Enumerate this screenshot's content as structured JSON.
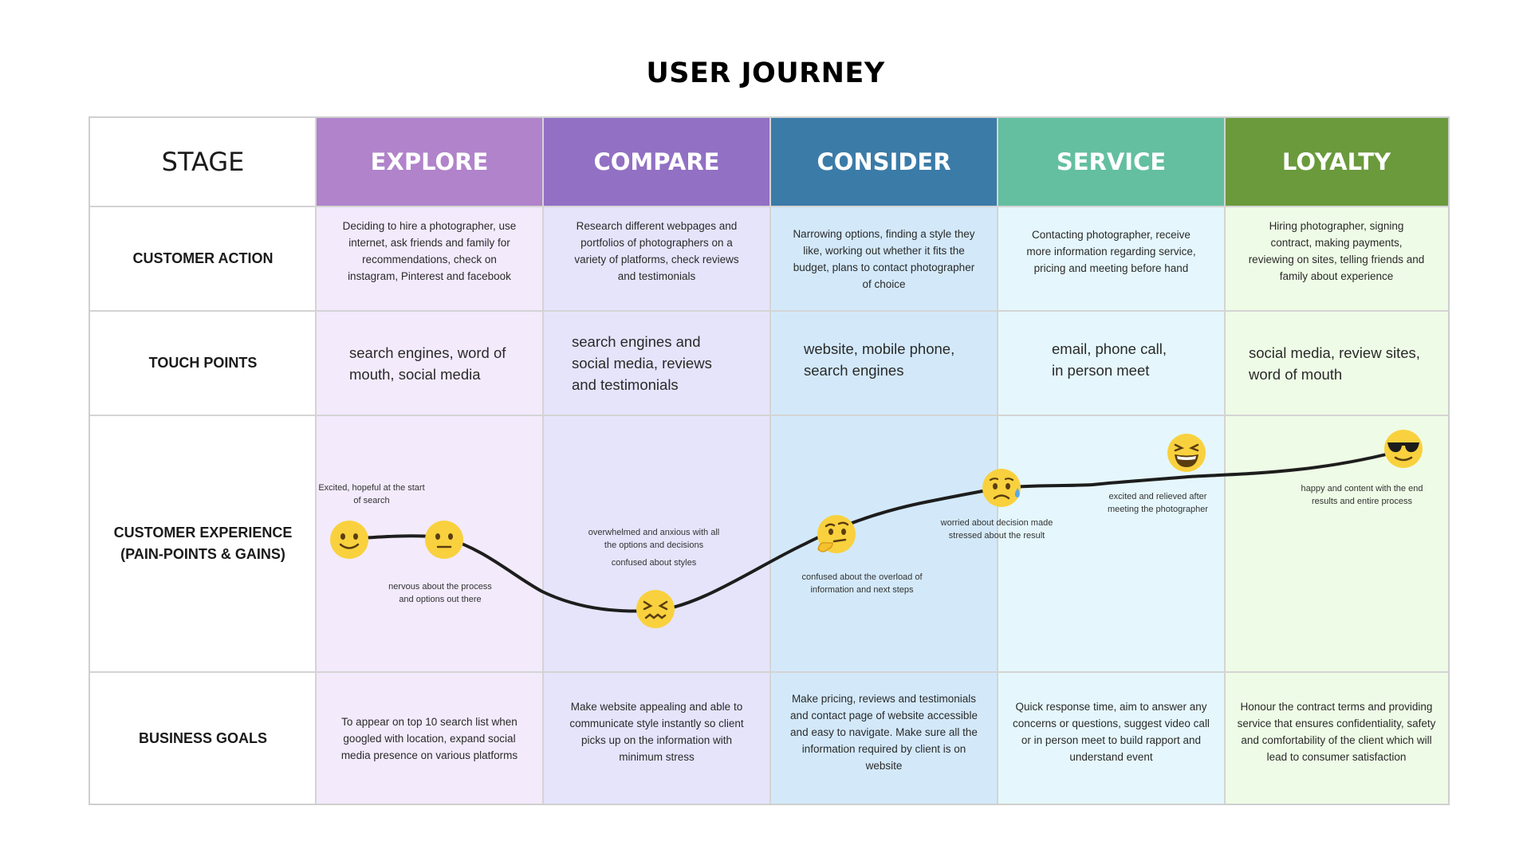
{
  "title": "USER JOURNEY",
  "stage_label": "STAGE",
  "row_labels": {
    "customer_action": "CUSTOMER ACTION",
    "touch_points": "TOUCH POINTS",
    "experience_line1": "CUSTOMER EXPERIENCE",
    "experience_line2": "(PAIN-POINTS & GAINS)",
    "business_goals": "BUSINESS GOALS"
  },
  "stages": [
    {
      "name": "EXPLORE",
      "header_color": "#b083cb",
      "body_color": "#f3eafc",
      "customer_action": "Deciding to hire a photographer, use internet, ask friends and family for recommendations, check on instagram, Pinterest and facebook",
      "touch_points": "search engines, word of mouth, social media",
      "business_goals": "To appear on top 10 search list when googled with location, expand social media presence on various platforms"
    },
    {
      "name": "COMPARE",
      "header_color": "#9270c4",
      "body_color": "#e6e4fb",
      "customer_action": "Research different webpages and portfolios of photographers on a variety of platforms, check reviews and testimonials",
      "touch_points": "search engines and social media, reviews and testimonials",
      "business_goals": "Make website appealing and able to communicate style instantly so client picks up on the information with minimum stress"
    },
    {
      "name": "CONSIDER",
      "header_color": "#3b7ba8",
      "body_color": "#d3e9fa",
      "customer_action": "Narrowing options, finding a style they like, working out whether it fits the budget, plans to contact photographer of choice",
      "touch_points": "website, mobile phone, search engines",
      "business_goals": "Make pricing, reviews and testimonials and contact page of website accessible and easy to navigate. Make sure all the information required by client is on website"
    },
    {
      "name": "SERVICE",
      "header_color": "#63bfa0",
      "body_color": "#e5f7fc",
      "customer_action": "Contacting photographer, receive more information regarding service, pricing and meeting before hand",
      "touch_points": "email, phone call, in person meet",
      "business_goals": "Quick response time, aim to answer any concerns or questions, suggest video call or in person meet to build rapport and understand event"
    },
    {
      "name": "LOYALTY",
      "header_color": "#6a9a3c",
      "body_color": "#eefbe6",
      "customer_action": "Hiring photographer, signing contract, making payments, reviewing on sites, telling friends and family about experience",
      "touch_points": "social media, review sites, word of mouth",
      "business_goals": "Honour the contract terms and providing service that ensures confidentiality, safety and comfortability of the client which will lead to consumer satisfaction"
    }
  ],
  "experience_notes": [
    {
      "text": "Excited, hopeful at the start of search",
      "emoji": "smiling-face",
      "emoji_char": "🙂"
    },
    {
      "text": "nervous about the process and options out there",
      "emoji": "neutral-face",
      "emoji_char": "😐"
    },
    {
      "text": "overwhelmed and anxious with all the options and decisions",
      "emoji": "confounded-face",
      "emoji_char": "😖"
    },
    {
      "text": "confused about styles",
      "emoji": "",
      "emoji_char": ""
    },
    {
      "text": "confused about the overload of information and next steps",
      "emoji": "thinking-face",
      "emoji_char": "🤔"
    },
    {
      "text": "worried about decision made stressed about the result",
      "emoji": "sad-relieved-face",
      "emoji_char": "😥"
    },
    {
      "text": "excited and relieved after meeting the photographer",
      "emoji": "grinning-squinting-face",
      "emoji_char": "😆"
    },
    {
      "text": "happy and content with the end results and entire process",
      "emoji": "sunglasses-face",
      "emoji_char": "😎"
    }
  ]
}
